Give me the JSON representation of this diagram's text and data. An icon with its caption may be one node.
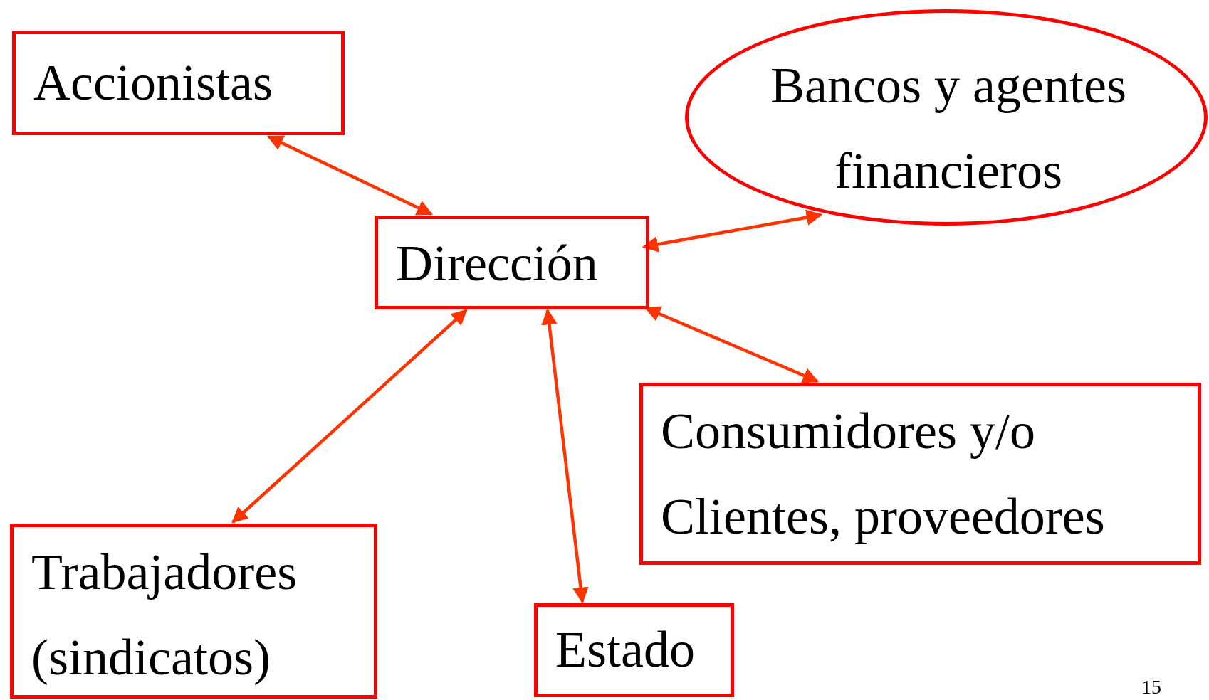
{
  "diagram": {
    "nodes": [
      {
        "text": [
          "Accionistas"
        ]
      },
      {
        "text": [
          "Dirección"
        ]
      },
      {
        "text": [
          "Bancos y agentes financieros"
        ]
      },
      {
        "text": [
          "Consumidores y/o Clientes, proveedores"
        ]
      },
      {
        "text": [
          "Trabajadores (sindicatos)"
        ]
      },
      {
        "text": [
          "Estado"
        ]
      }
    ],
    "edges": [
      {
        "from": 0,
        "to": 1,
        "arrow": "both"
      },
      {
        "from": 1,
        "to": 2,
        "arrow": "both"
      },
      {
        "from": 1,
        "to": 3,
        "arrow": "both"
      },
      {
        "from": 1,
        "to": 4,
        "arrow": "both"
      },
      {
        "from": 1,
        "to": 5,
        "arrow": "both"
      }
    ],
    "labels": [
      "15"
    ]
  }
}
